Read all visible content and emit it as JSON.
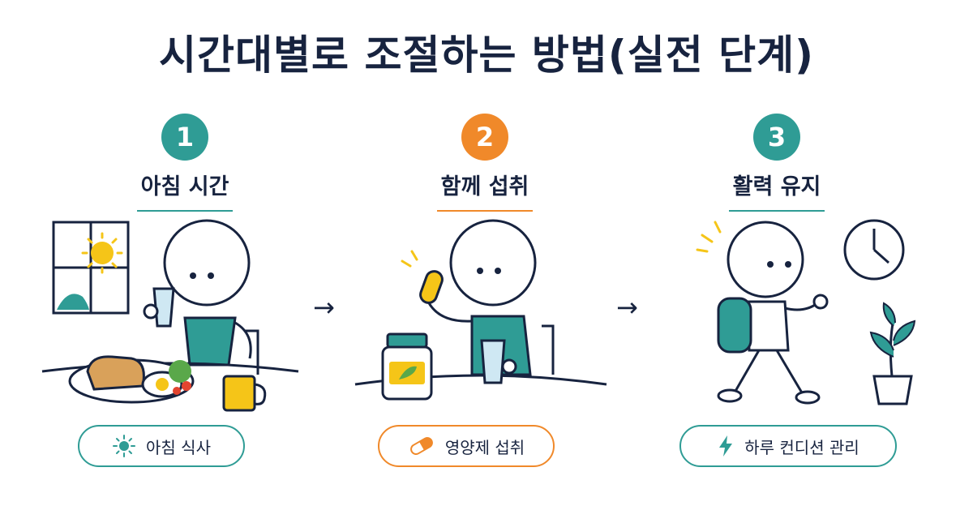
{
  "title": "시간대별로 조절하는 방법(실전 단계)",
  "colors": {
    "teal": "#2f9c95",
    "orange": "#f0892a",
    "navy": "#17233f",
    "yellow": "#f5c518"
  },
  "steps": [
    {
      "number": "1",
      "label": "아침 시간",
      "pill": "아침 식사",
      "icon": "sun-icon"
    },
    {
      "number": "2",
      "label": "함께 섭취",
      "pill": "영양제 섭취",
      "icon": "capsule-icon"
    },
    {
      "number": "3",
      "label": "활력 유지",
      "pill": "하루 컨디션 관리",
      "icon": "lightning-icon"
    }
  ],
  "arrow": "→"
}
